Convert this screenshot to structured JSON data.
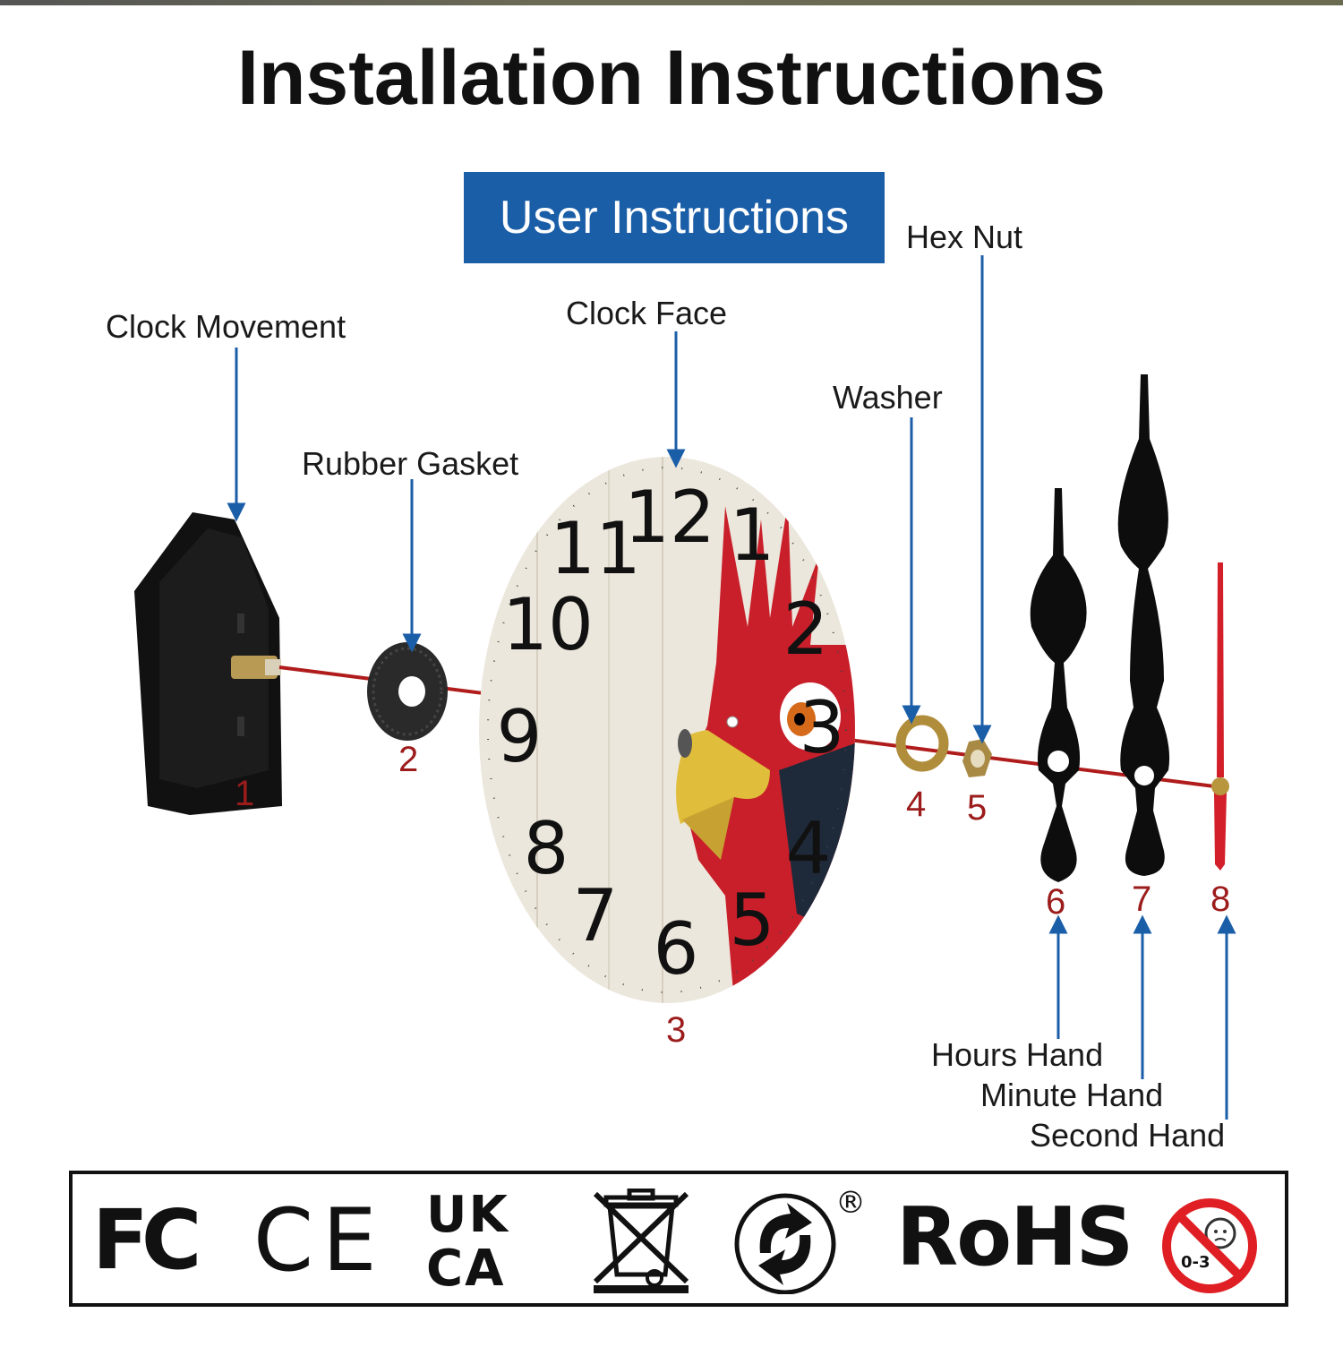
{
  "title": "Installation Instructions",
  "banner": "User Instructions",
  "labels": {
    "clock_movement": "Clock Movement",
    "rubber_gasket": "Rubber Gasket",
    "clock_face": "Clock Face",
    "washer": "Washer",
    "hex_nut": "Hex Nut",
    "hours_hand": "Hours Hand",
    "minute_hand": "Minute Hand",
    "second_hand": "Second Hand"
  },
  "numbers": [
    "1",
    "2",
    "3",
    "4",
    "5",
    "6",
    "7",
    "8"
  ],
  "dial_numbers": [
    "12",
    "1",
    "2",
    "3",
    "4",
    "5",
    "6",
    "7",
    "8",
    "9",
    "10",
    "11"
  ],
  "certifications": {
    "fc": "FC",
    "ce": "CE",
    "ukca_top": "UK",
    "ukca_bottom": "CA",
    "registered": "®",
    "rohs": "RoHS",
    "age": "0-3"
  },
  "colors": {
    "banner": "#1b5ea8",
    "arrow": "#1b5ea8",
    "axis": "#b01c1c",
    "number": "#9c1c1c"
  }
}
